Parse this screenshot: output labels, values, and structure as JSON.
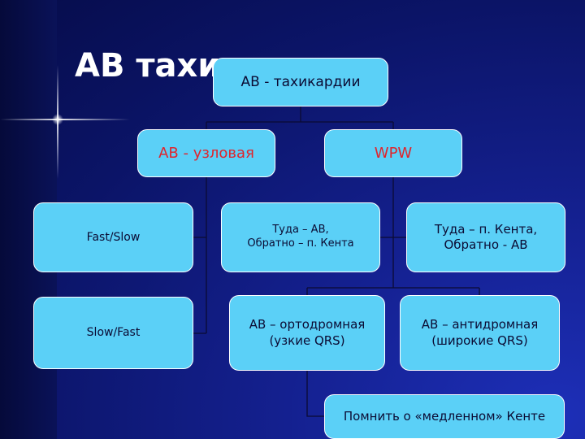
{
  "slide": {
    "title": "АВ тахи"
  },
  "diagram": {
    "root": "АВ - тахикардии",
    "nodal": "АВ - узловая",
    "wpw": "WPW",
    "fast_slow": "Fast/Slow",
    "slow_fast": "Slow/Fast",
    "tuda_av": "Туда – АВ,\nОбратно – п. Кента",
    "tuda_kent": "Туда – п. Кента,\nОбратно - АВ",
    "orthodromic": "АВ – ортодромная\n(узкие QRS)",
    "antidromic": "АВ – антидромная\n(широкие QRS)",
    "note": "Помнить о «медленном» Кенте"
  },
  "colors": {
    "node_fill": "#5bd0f7",
    "node_text_red": "#e0242c",
    "node_text_dark": "#0b0b33",
    "background": "#0b1467"
  }
}
